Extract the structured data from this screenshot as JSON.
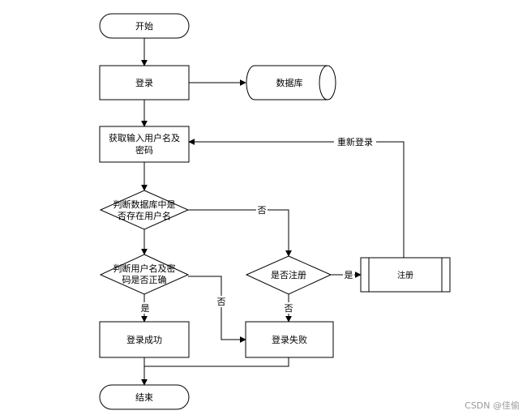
{
  "nodes": {
    "start": "开始",
    "login": "登录",
    "database": "数据库",
    "get_input_line1": "获取输入用户名及",
    "get_input_line2": "密码",
    "check_user_line1": "判断数据库中是",
    "check_user_line2": "否存在用户名",
    "check_pwd_line1": "判断用户名及密",
    "check_pwd_line2": "码是否正确",
    "is_registered": "是否注册",
    "register": "注册",
    "login_success": "登录成功",
    "login_fail": "登录失败",
    "end": "结束"
  },
  "edges": {
    "no_1": "否",
    "no_2": "否",
    "yes_1": "是",
    "yes_2": "是",
    "no_3": "否",
    "relogin": "重新登录"
  },
  "watermark": "CSDN @佳偷"
}
